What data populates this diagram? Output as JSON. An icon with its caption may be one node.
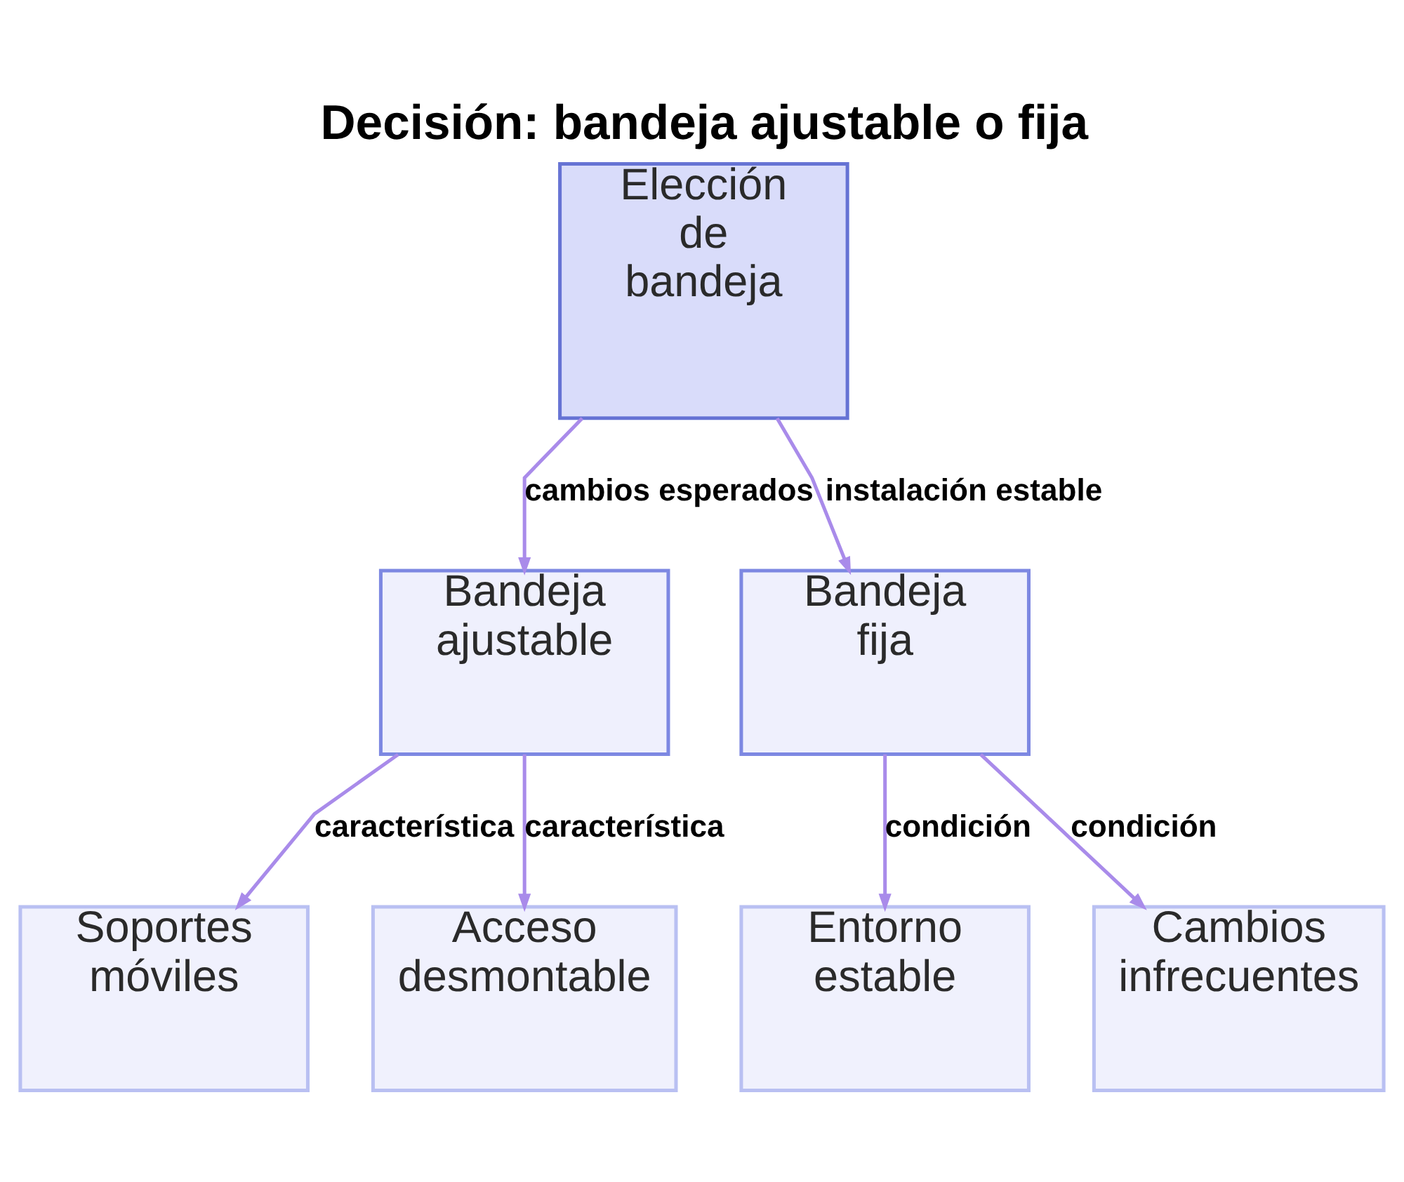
{
  "diagram": {
    "title": "Decisión: bandeja ajustable o fija",
    "nodes": [
      {
        "text": [
          "Elección de bandeja"
        ]
      },
      {
        "text": [
          "Bandeja ajustable"
        ]
      },
      {
        "text": [
          "Bandeja fija"
        ]
      },
      {
        "text": [
          "Soportes móviles"
        ]
      },
      {
        "text": [
          "Acceso desmontable"
        ]
      },
      {
        "text": [
          "Entorno estable"
        ]
      },
      {
        "text": [
          "Cambios infrecuentes"
        ]
      }
    ],
    "edges": [
      {
        "from": 0,
        "to": 1,
        "arrow": "to",
        "label": "cambios esperados"
      },
      {
        "from": 0,
        "to": 2,
        "arrow": "to",
        "label": "instalación estable"
      },
      {
        "from": 1,
        "to": 3,
        "arrow": "to",
        "label": "característica"
      },
      {
        "from": 1,
        "to": 4,
        "arrow": "to",
        "label": "característica"
      },
      {
        "from": 2,
        "to": 5,
        "arrow": "to",
        "label": "condición"
      },
      {
        "from": 2,
        "to": 6,
        "arrow": "to",
        "label": "condición"
      }
    ]
  }
}
